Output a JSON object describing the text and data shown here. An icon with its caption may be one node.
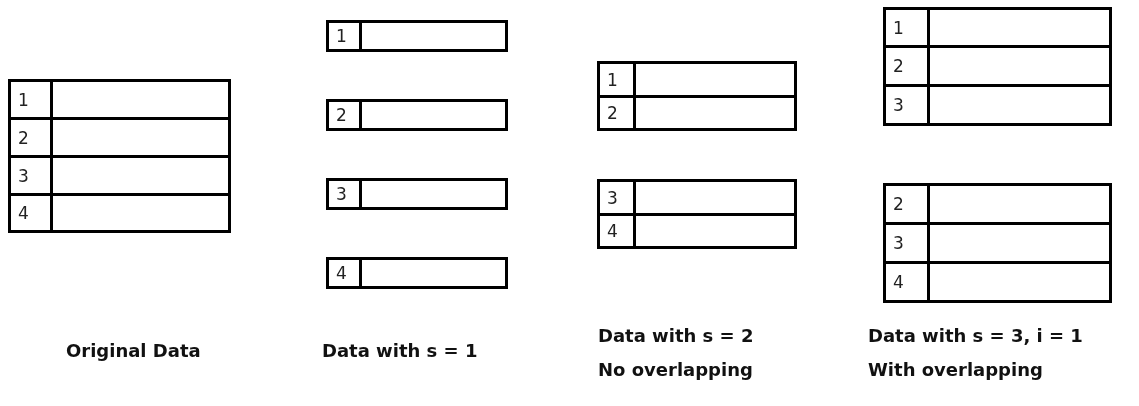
{
  "diagram": {
    "nodes": [
      {
        "text": [
          "1"
        ]
      },
      {
        "text": [
          "2"
        ]
      },
      {
        "text": [
          "3"
        ]
      },
      {
        "text": [
          "4"
        ]
      },
      {
        "text": [
          "1"
        ]
      },
      {
        "text": [
          "2"
        ]
      },
      {
        "text": [
          "3"
        ]
      },
      {
        "text": [
          "4"
        ]
      },
      {
        "text": [
          "1"
        ]
      },
      {
        "text": [
          "2"
        ]
      },
      {
        "text": [
          "3"
        ]
      },
      {
        "text": [
          "4"
        ]
      },
      {
        "text": [
          "1"
        ]
      },
      {
        "text": [
          "2"
        ]
      },
      {
        "text": [
          "3"
        ]
      },
      {
        "text": [
          "2"
        ]
      },
      {
        "text": [
          "3"
        ]
      },
      {
        "text": [
          "4"
        ]
      }
    ],
    "edges": [],
    "labels": [
      "Original Data",
      "Data with s = 1",
      "Data with s = 2",
      "No overlapping",
      "Data with s = 3, i = 1",
      "With overlapping"
    ]
  }
}
